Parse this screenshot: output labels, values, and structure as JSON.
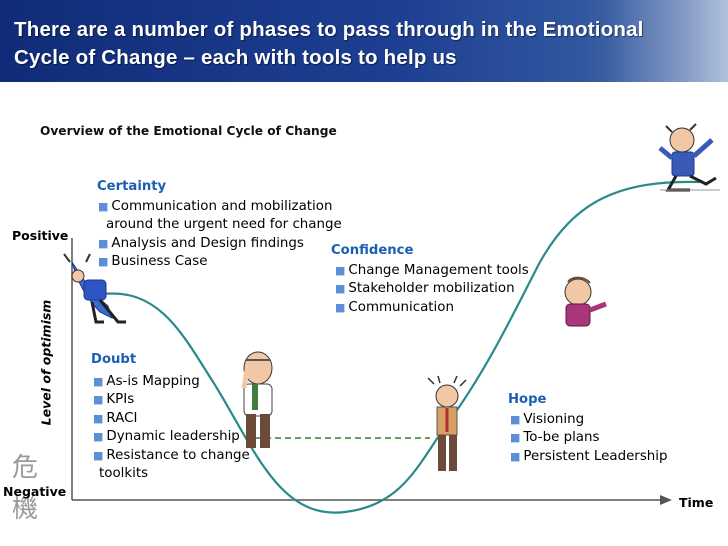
{
  "header": {
    "title": "There are a number of phases to pass through in the Emotional Cycle of Change – each with tools to help us"
  },
  "diagram": {
    "subtitle": "Overview of the Emotional Cycle of Change",
    "y_axis": {
      "title": "Level of optimism",
      "positive": "Positive",
      "negative": "Negative"
    },
    "x_axis": {
      "label": "Time"
    },
    "phases": {
      "certainty": {
        "title": "Certainty",
        "items": [
          "Communication and mobilization around the urgent need for change",
          "Analysis and Design findings",
          "Business Case"
        ],
        "lines": [
          "Communication and mobilization",
          "around the urgent need for change"
        ]
      },
      "confidence": {
        "title": "Confidence",
        "items": [
          "Change Management tools",
          "Stakeholder mobilization",
          "Communication"
        ]
      },
      "doubt": {
        "title": "Doubt",
        "items": [
          "As-is Mapping",
          "KPIs",
          "RACI",
          "Dynamic leadership",
          "Resistance to change toolkits"
        ],
        "lines": [
          "Resistance to change",
          "toolkits"
        ]
      },
      "hope": {
        "title": "Hope",
        "items": [
          "Visioning",
          "To-be plans",
          "Persistent Leadership"
        ]
      }
    },
    "colors": {
      "header": "#1e3f92",
      "curve": "#2a8a8a",
      "phase_title": "#1a5fb4",
      "bullet": "#5b8fd6",
      "dashed": "#2f7d2f"
    },
    "watermark_glyphs": [
      "危",
      "機"
    ]
  }
}
